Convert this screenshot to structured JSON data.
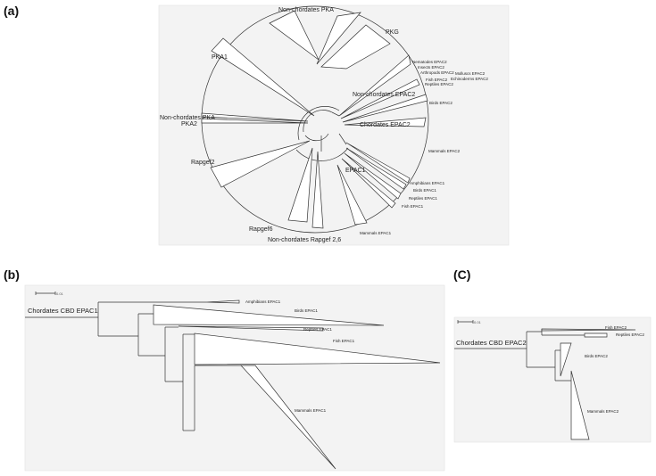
{
  "panels": {
    "a": {
      "label": "(a)",
      "groups": [
        "Non-chordates PKA",
        "PKG",
        "PKA1",
        "Non-chordates PKA",
        "PKA2",
        "Rapgef2",
        "Rapgef6",
        "Non-chordates Rapgef 2,6",
        "Non-chordates EPAC2",
        "Chordates EPAC2",
        "EPAC1"
      ],
      "species": [
        "Nematodes EPAC2",
        "Insects EPAC2",
        "Arthropods EPAC2",
        "Molluscs EPAC2",
        "Echinoderms EPAC2",
        "Fish EPAC2",
        "Reptiles EPAC2",
        "Birds EPAC2",
        "Mammals EPAC2",
        "Amphibians EPAC1",
        "Birds EPAC1",
        "Reptiles EPAC1",
        "Fish EPAC1",
        "Mammals EPAC1"
      ]
    },
    "b": {
      "label": "(b)",
      "root": "Chordates CBD EPAC1",
      "scale": "0.01",
      "leaves": [
        "Amphibians EPAC1",
        "Birds EPAC1",
        "Reptiles EPAC1",
        "Fish EPAC1",
        "Mammals EPAC1"
      ]
    },
    "c": {
      "label": "(C)",
      "root": "Chordates CBD EPAC2",
      "scale": "0.01",
      "leaves": [
        "Fish EPAC2",
        "Reptiles EPAC2",
        "Birds EPAC2",
        "Mammals EPAC2"
      ]
    }
  }
}
